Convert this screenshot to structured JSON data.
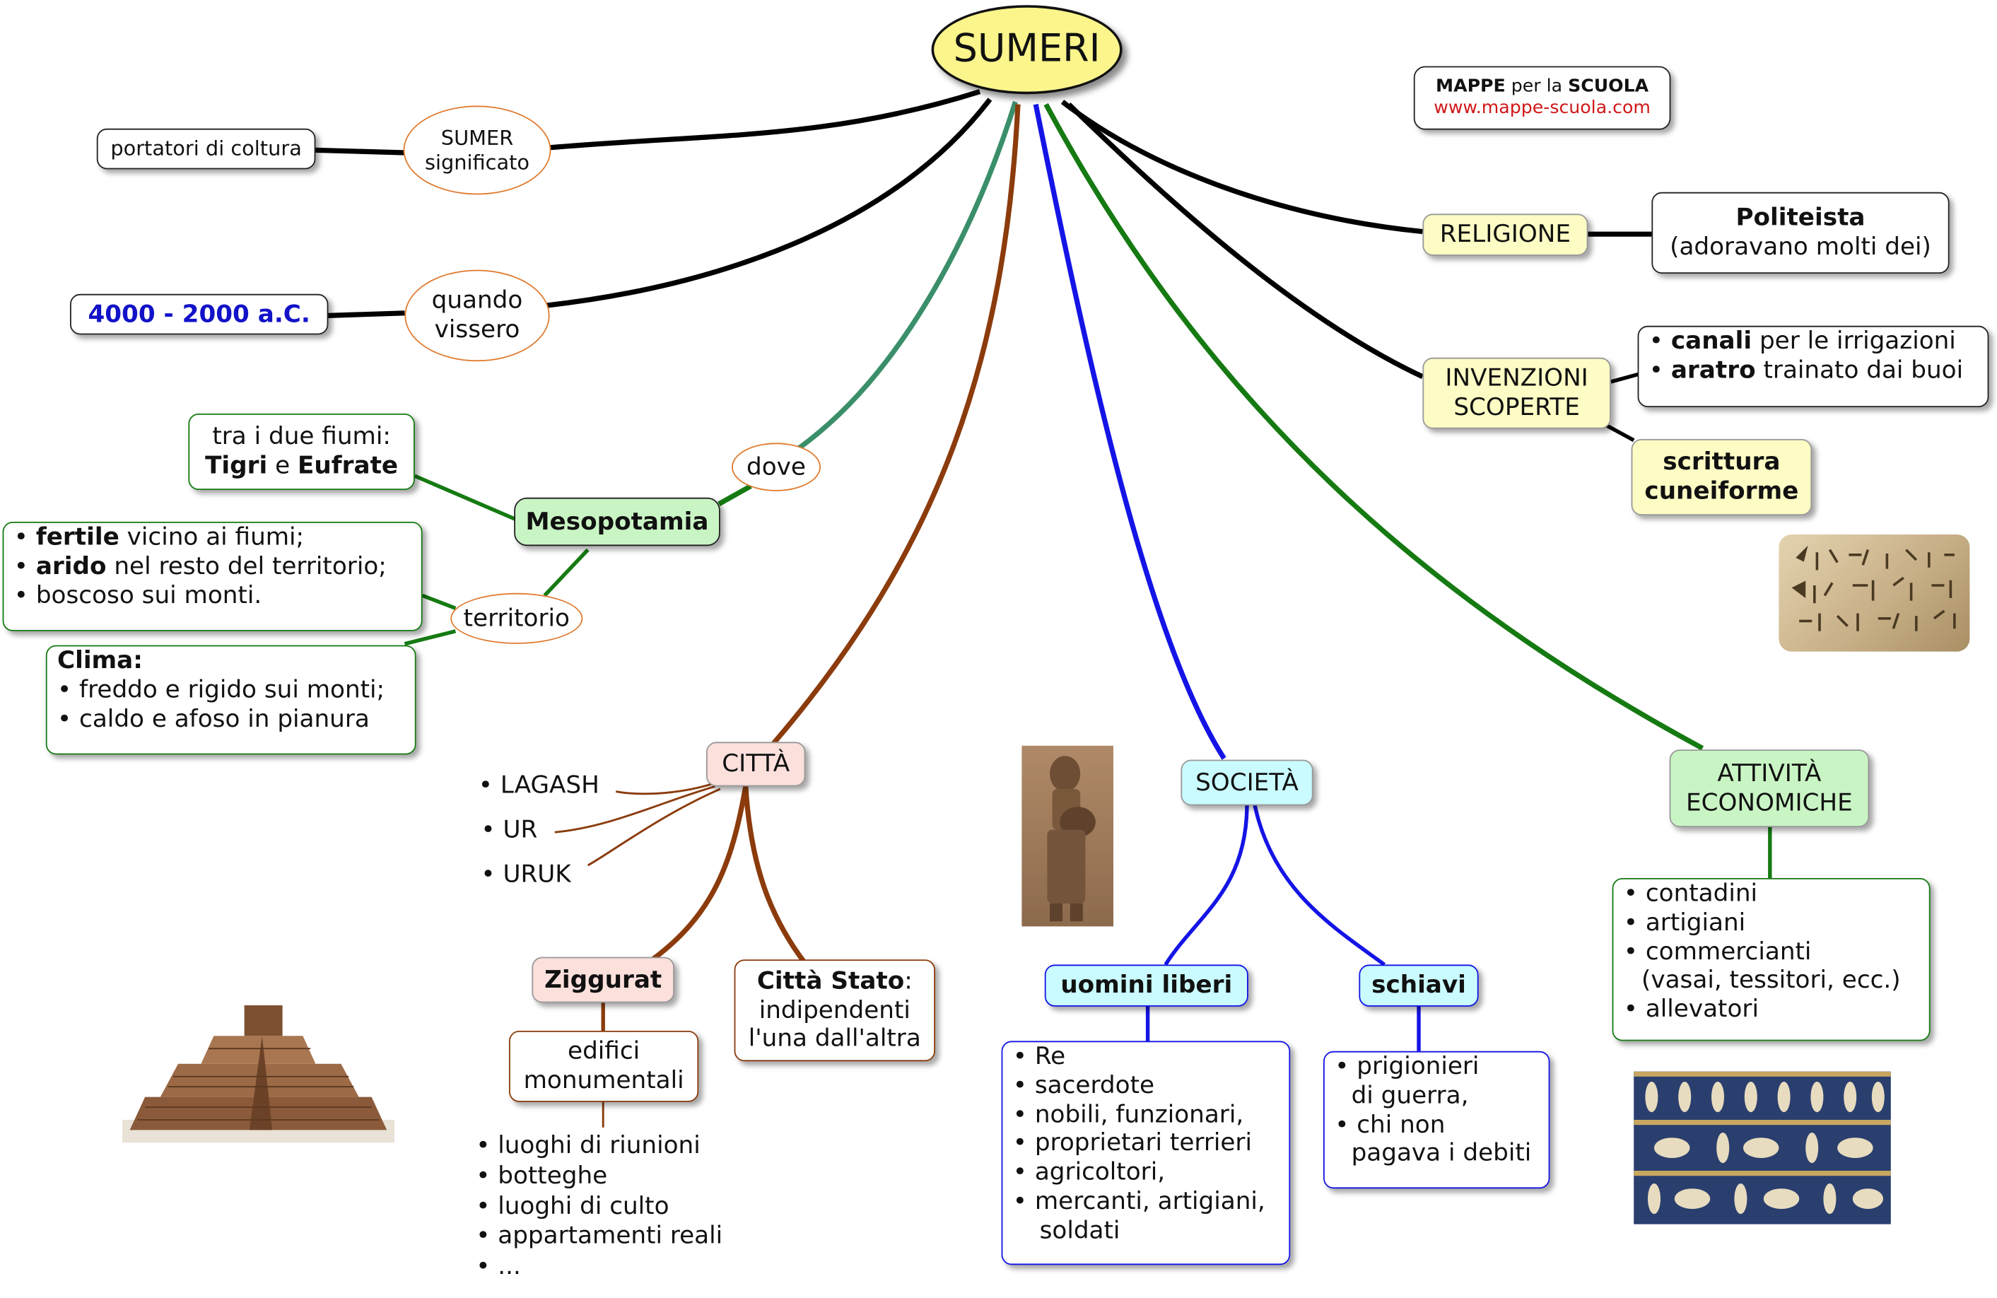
{
  "title": "SUMERI",
  "brand": {
    "line1_a": "MAPPE",
    "line1_b": " per la ",
    "line1_c": "SCUOLA",
    "url": "www.mappe-scuola.com"
  },
  "sumer": {
    "label1": "SUMER",
    "label2": "significato",
    "meaning": "portatori di coltura"
  },
  "when": {
    "label1": "quando",
    "label2": "vissero",
    "period": "4000 - 2000 a.C."
  },
  "where": {
    "label": "dove",
    "region": "Mesopotamia",
    "rivers_line1": "tra i due fiumi:",
    "river1": "Tigri",
    "rivers_and": " e ",
    "river2": "Eufrate",
    "territory_label": "territorio",
    "territory": [
      {
        "bold": "fertile",
        "rest": " vicino ai fiumi;"
      },
      {
        "bold": "arido",
        "rest": " nel resto del territorio;"
      },
      {
        "bold": "",
        "rest": "boscoso sui monti."
      }
    ],
    "climate_title": "Clima:",
    "climate": [
      "freddo e rigido sui monti;",
      "caldo e afoso in pianura"
    ]
  },
  "religion": {
    "label": "RELIGIONE",
    "type": "Politeista",
    "detail": "(adoravano molti dei)"
  },
  "inventions": {
    "label1": "INVENZIONI",
    "label2": "SCOPERTE",
    "items": [
      {
        "bold": "canali",
        "rest": " per le irrigazioni"
      },
      {
        "bold": "aratro",
        "rest": " trainato dai buoi"
      }
    ],
    "writing1": "scrittura",
    "writing2": "cuneiforme"
  },
  "city": {
    "label": "CITTÀ",
    "cities": [
      "LAGASH",
      "UR",
      "URUK"
    ],
    "ziggurat": "Ziggurat",
    "ziggurat_desc1": "edifici",
    "ziggurat_desc2": "monumentali",
    "ziggurat_uses": [
      "luoghi di riunioni",
      "botteghe",
      "luoghi di culto",
      "appartamenti reali",
      "..."
    ],
    "citystate_bold": "Città Stato",
    "citystate_colon": ":",
    "citystate_desc1": "indipendenti",
    "citystate_desc2": "l'una dall'altra"
  },
  "society": {
    "label": "SOCIETÀ",
    "free_label": "uomini liberi",
    "free_items": [
      "Re",
      "sacerdote",
      "nobili, funzionari,",
      "proprietari terrieri",
      "agricoltori,",
      "mercanti, artigiani,",
      "soldati"
    ],
    "slaves_label": "schiavi",
    "slaves_items": [
      "prigionieri",
      "di guerra,",
      "chi non",
      "pagava i debiti"
    ]
  },
  "economy": {
    "label1": "ATTIVITÀ",
    "label2": "ECONOMICHE",
    "items": [
      "contadini",
      "artigiani",
      "commercianti",
      "(vasai, tessitori, ecc.)",
      "allevatori"
    ]
  },
  "colors": {
    "title_fill": "#fbf58c",
    "ellipse_border": "#e07a2e",
    "yellow_box": "#fdfcc4",
    "green_box": "#c9f5c4",
    "pink_box": "#fbe0dc",
    "cyan_box": "#c9fbff",
    "teal_branch": "#3a8f6a",
    "brown_branch": "#8b3b0c",
    "blue_branch": "#1414e6",
    "green_branch": "#157a12",
    "period_text": "#1212c8",
    "url_text": "#d01818"
  }
}
